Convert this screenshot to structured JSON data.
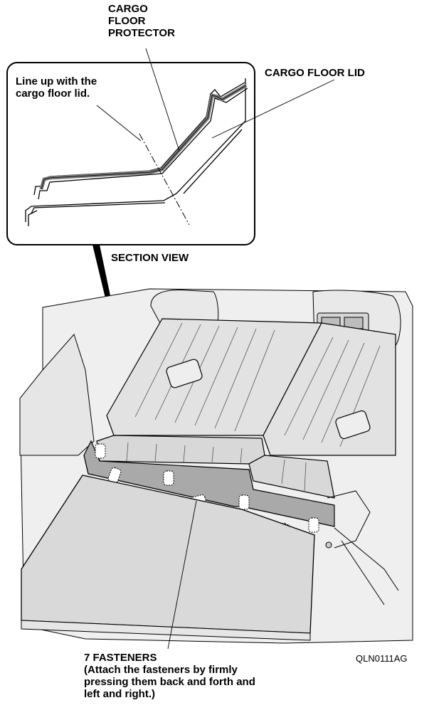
{
  "labels": {
    "protector": "CARGO\nFLOOR\nPROTECTOR",
    "lid": "CARGO FLOOR LID",
    "lineup": "Line up with the\ncargo floor lid.",
    "section_view": "SECTION VIEW",
    "fasteners": "7 FASTENERS\n(Attach the fasteners by firmly\npressing them back and forth and\nleft and right.)",
    "code": "QLN0111AG"
  },
  "colors": {
    "line": "#000000",
    "protector_fill": "#9a9a9a",
    "panel_fill": "#dcdcdc",
    "panel_light": "#ececec",
    "interior": "#f2f2f2"
  },
  "fastener_count": 7
}
